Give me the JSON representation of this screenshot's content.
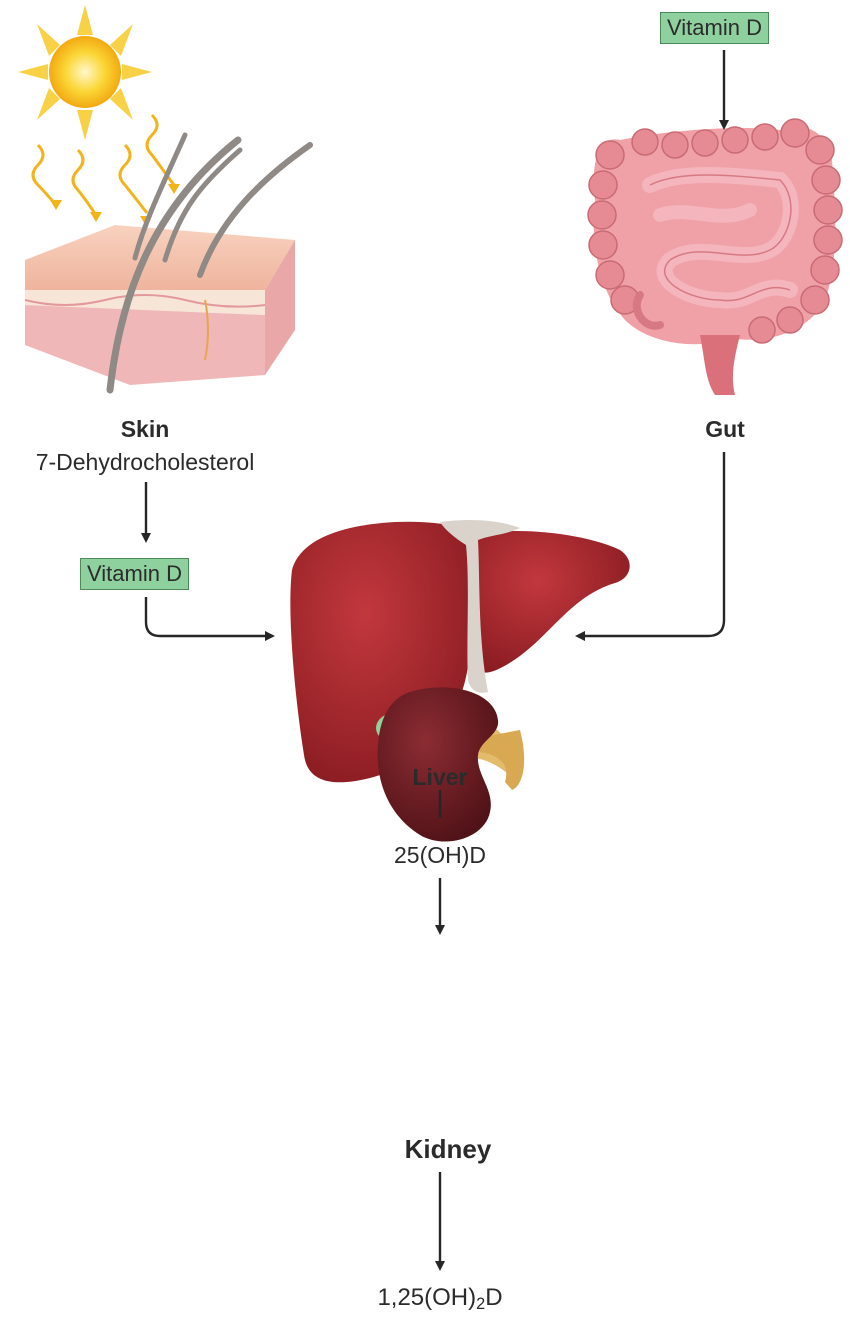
{
  "nodes": {
    "skin": {
      "title": "Skin",
      "compound": "7-Dehydrocholesterol"
    },
    "skin_vitamin": "Vitamin D",
    "gut_vitamin": "Vitamin D",
    "gut": {
      "title": "Gut"
    },
    "liver": {
      "title": "Liver",
      "product": "25(OH)D"
    },
    "kidney": {
      "title": "Kidney"
    },
    "final_product": {
      "prefix": "1,25(OH)",
      "subscript": "2",
      "suffix": "D"
    }
  },
  "colors": {
    "arrow": "#262626",
    "label_box_fill": "#8fd19e",
    "label_box_border": "#4d8a5a",
    "sun": "#f6c21a",
    "liver": "#a7262d",
    "kidney": "#6a1c22",
    "gut": "#e8919a",
    "skin": "#f3c3b0"
  },
  "icons": [
    "sun-icon",
    "skin-section-illustration",
    "intestine-illustration",
    "liver-illustration",
    "kidney-illustration"
  ]
}
